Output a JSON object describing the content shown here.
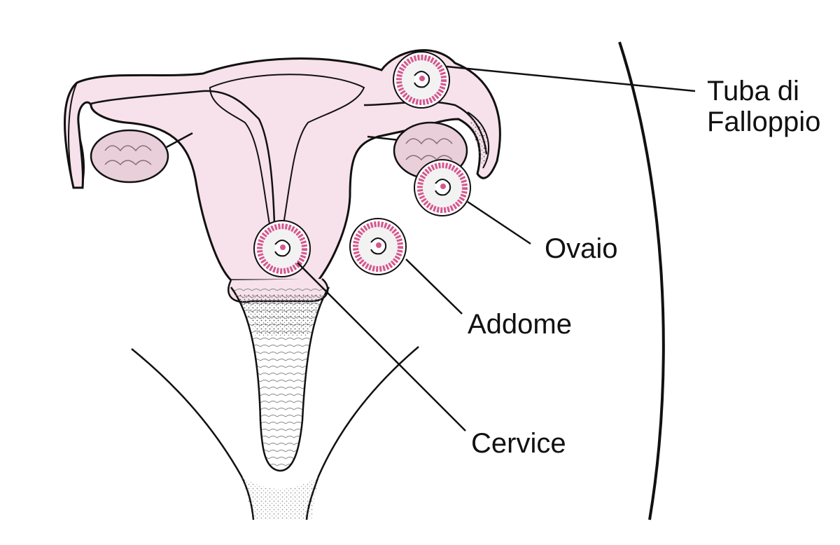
{
  "labels": {
    "fallopian_tube": "Tuba di\nFalloppio",
    "ovary": "Ovaio",
    "abdomen": "Addome",
    "cervix": "Cervice"
  },
  "colors": {
    "line": "#111111",
    "tissue_pink": "#f7e1ea",
    "embryo_ring": "#d6578f",
    "ovary_fill": "#e8cfd9",
    "background": "#ffffff"
  },
  "icons": {
    "embryo": "embryo-sac-icon",
    "ovary": "ovary-icon",
    "uterus": "uterus-icon"
  }
}
